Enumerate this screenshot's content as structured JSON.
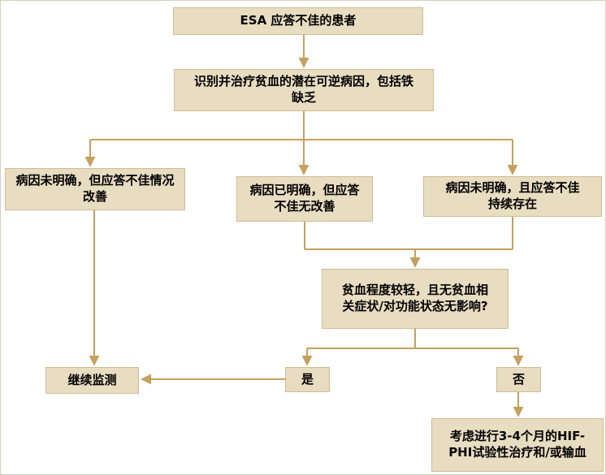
{
  "diagram": {
    "kind": "flowchart",
    "language": "zh-CN",
    "colors": {
      "box_fill": "#E8DCC1",
      "box_border": "#D0BC92",
      "arrow": "#C5A05E",
      "text": "#000000",
      "background": "#FFFFFF"
    },
    "nodes": {
      "esa": {
        "label": "ESA 应答不佳的患者"
      },
      "identify": {
        "label": "识别并治疗贫血的潜在可逆病因，包括铁缺乏"
      },
      "left": {
        "label": "病因未明确，但应答不佳情况改善"
      },
      "middle": {
        "label": "病因已明确，但应答不佳无改善"
      },
      "right": {
        "label": "病因未明确，且应答不佳持续存在"
      },
      "question": {
        "label": "贫血程度较轻，且无贫血相关症状/对功能状态无影响?"
      },
      "yes": {
        "label": "是"
      },
      "no": {
        "label": "否"
      },
      "monitor": {
        "label": "继续监测"
      },
      "hifphi": {
        "label": "考虑进行3-4个月的HIF-PHI试验性治疗和/或输血"
      }
    }
  }
}
